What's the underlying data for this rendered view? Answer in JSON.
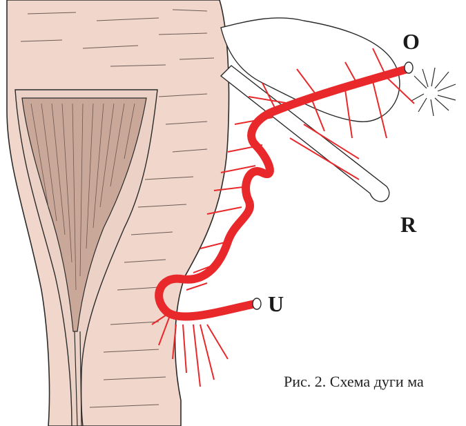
{
  "figure": {
    "labels": {
      "ovarian_end": "O",
      "round_ligament": "R",
      "uterine_origin": "U"
    },
    "caption": "Рис. 2. Схема дуги ма"
  },
  "colors": {
    "uterus_fill": "#f1d6cb",
    "cavity_fill": "#c9a89a",
    "artery": "#e8282a",
    "ink": "#2a2a2a"
  }
}
